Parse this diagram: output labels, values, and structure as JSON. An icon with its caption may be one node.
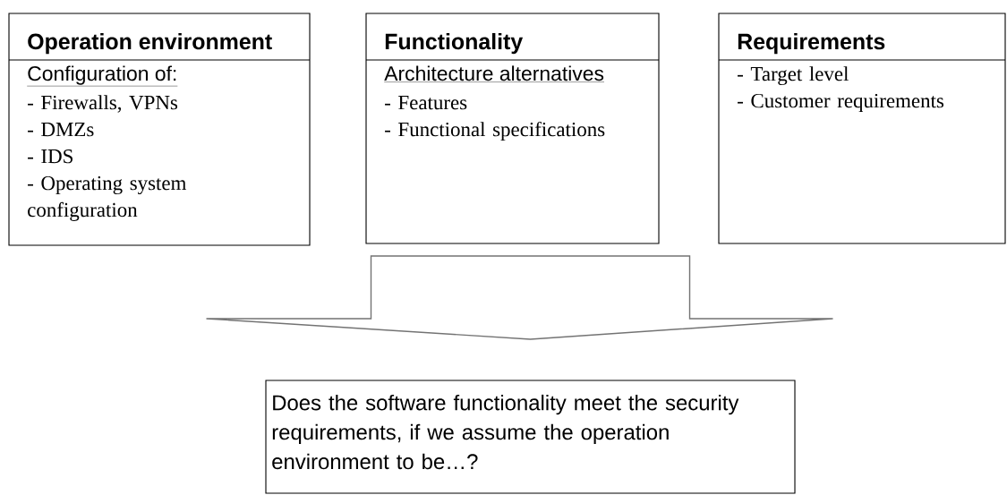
{
  "diagram": {
    "nodes": [
      {
        "text": [
          "Operation environment",
          "Configuration of:",
          "- Firewalls, VPNs",
          "- DMZs",
          "- IDS",
          "- Operating system configuration"
        ]
      },
      {
        "text": [
          "Functionality",
          "Architecture alternatives",
          "- Features",
          "- Functional specifications"
        ]
      },
      {
        "text": [
          "Requirements",
          "- Target level",
          "- Customer requirements"
        ]
      },
      {
        "text": [
          "Does the software functionality meet the security requirements, if we assume the operation environment to be…?"
        ]
      }
    ],
    "edges": [
      {
        "from": 0,
        "to": 3,
        "arrow": "to"
      },
      {
        "from": 1,
        "to": 3,
        "arrow": "to"
      },
      {
        "from": 2,
        "to": 3,
        "arrow": "to"
      }
    ]
  }
}
